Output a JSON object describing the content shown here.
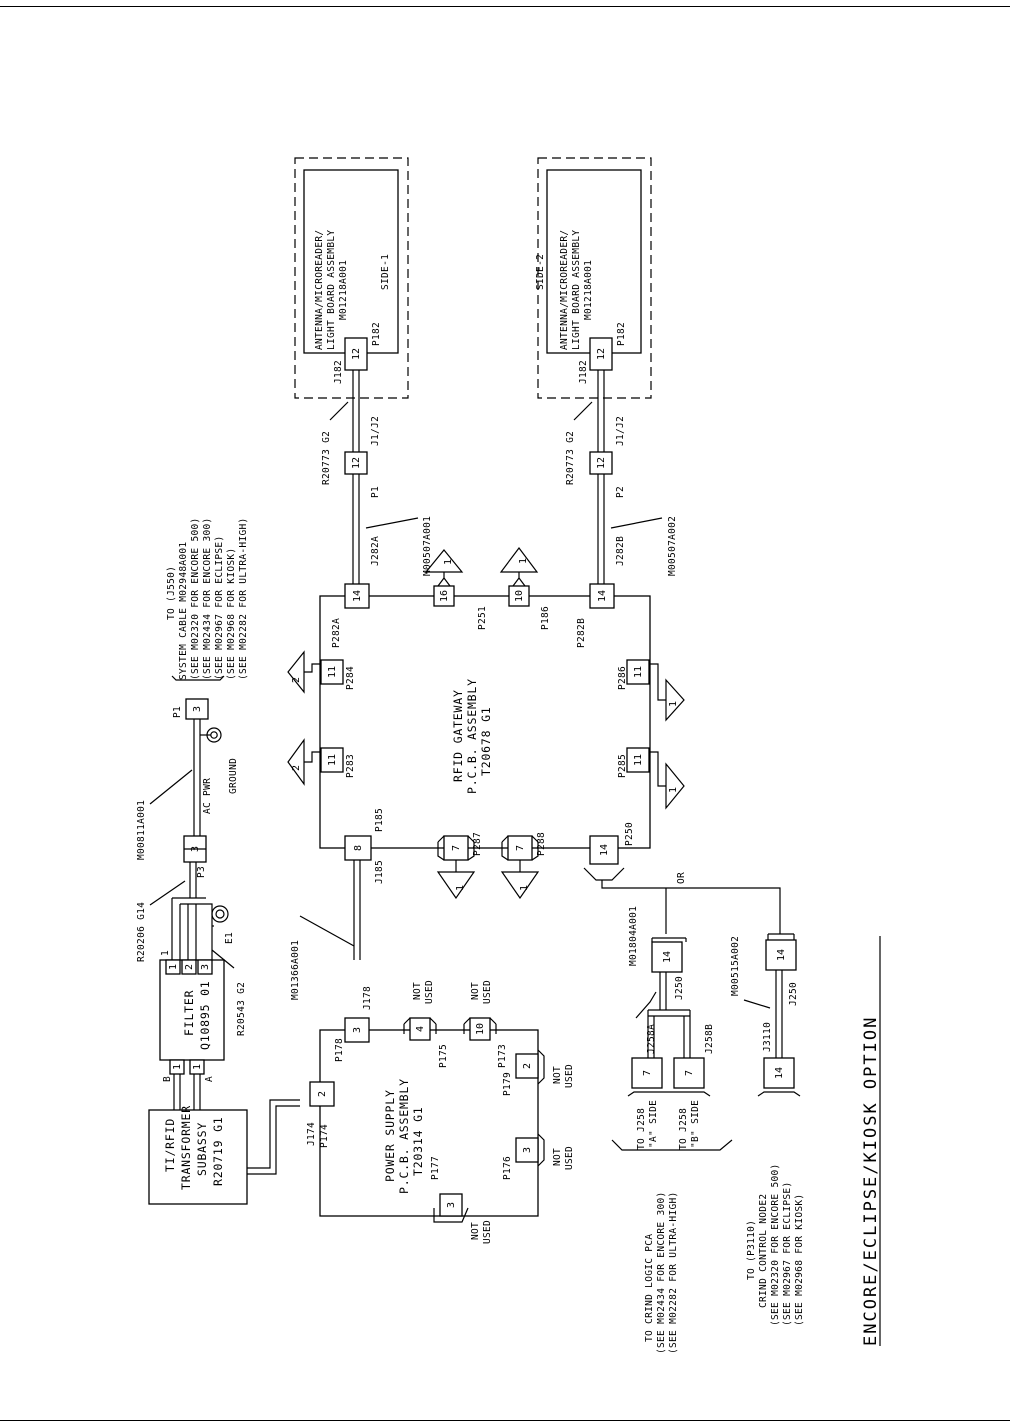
{
  "title": "ENCORE/ECLIPSE/KIOSK OPTION",
  "side1": {
    "lines": [
      "ANTENNA/MICROREADER/",
      "LIGHT BOARD ASSEMBLY",
      "M01218A001"
    ],
    "label": "SIDE-1",
    "conn": "J182",
    "conn2": "P182",
    "pins": "12"
  },
  "side2": {
    "lines": [
      "ANTENNA/MICROREADER/",
      "LIGHT BOARD ASSEMBLY",
      "M01218A001"
    ],
    "label": "SIDE-2",
    "conn": "J182",
    "conn2": "P182",
    "pins": "12"
  },
  "cable_top": {
    "r": "R20773 G2",
    "j": "J1/J2",
    "p": "P1",
    "pins": "12",
    "m": "M00507A001",
    "j282": "J282A"
  },
  "cable_bot": {
    "r": "R20773 G2",
    "j": "J1/J2",
    "p": "P2",
    "pins": "12",
    "m": "M00507A002",
    "j282": "J282B"
  },
  "system_cable": {
    "lines": [
      "TO (J550)",
      "SYSTEM CABLE M02948A001",
      "(SEE M02320 FOR ENCORE 500)",
      "(SEE M02434 FOR ENCORE 300)",
      "(SEE M02967 FOR ECLIPSE)",
      "(SEE M02968 FOR KIOSK)",
      "(SEE M02282 FOR ULTRA-HIGH)"
    ],
    "p1": "P1",
    "pin": "3"
  },
  "ac": {
    "m": "M00811A001",
    "label": "AC PWR",
    "ground": "GROUND",
    "pins": "3",
    "p3": "P3",
    "r": "R20206 G14",
    "e1": "E1",
    "r2": "R20543 G2"
  },
  "filter": {
    "lines": [
      "FILTER",
      "Q10895 01"
    ],
    "pins": [
      "1",
      "2",
      "3"
    ],
    "b": "B",
    "a": "A",
    "pin1": "1",
    "pin1b": "1",
    "top": "1"
  },
  "transformer": {
    "lines": [
      "TI/RFID",
      "TRANSFORMER",
      "SUBASSY",
      "R20719 G1"
    ]
  },
  "gateway": {
    "lines": [
      "RFID GATEWAY",
      "P.C.B. ASSEMBLY",
      "T20678 G1"
    ],
    "p282a": "P282A",
    "p282b": "P282B",
    "p251": "P251",
    "p186": "P186",
    "p284": "P284",
    "p283": "P283",
    "p286": "P286",
    "p285": "P285",
    "p185": "P185",
    "j185": "J185",
    "p287": "P287",
    "p288": "P288",
    "p250": "P250",
    "pins": {
      "p282a": "14",
      "p282b": "14",
      "p251": "16",
      "p186": "10",
      "p284": "11",
      "p283": "11",
      "p286": "11",
      "p285": "11",
      "p185": "8",
      "p287": "7",
      "p288": "7",
      "p250": "14"
    },
    "ground_marks": {
      "g251": "1",
      "g186": "1",
      "g284": "2",
      "g283": "2",
      "g286": "1",
      "g285": "1",
      "g287": "1",
      "g288": "1"
    }
  },
  "power": {
    "lines": [
      "POWER SUPPLY",
      "P.C.B. ASSEMBLY",
      "T20314 G1"
    ],
    "cable": "M01366A001",
    "j178": "J178",
    "p178": "P178",
    "p175": "P175",
    "p173": "P173",
    "p179": "P179",
    "p174": "P174",
    "j174": "J174",
    "p177": "P177",
    "p176": "P176",
    "pins": {
      "p178": "3",
      "p175": "4",
      "p173": "10",
      "p179": "2",
      "p174": "2",
      "p177": "3",
      "p176": "3"
    },
    "not_used": [
      "NOT",
      "USED"
    ]
  },
  "crind_logic": {
    "cable": "M01804A001",
    "or": "OR",
    "j250": "J250",
    "pin250": "14",
    "j258a": "J258A",
    "j258b": "J258B",
    "pin258": "7",
    "side_a": [
      "TO J258",
      "\"A\" SIDE"
    ],
    "side_b": [
      "TO J258",
      "\"B\" SIDE"
    ],
    "lines": [
      "TO CRIND LOGIC PCA",
      "(SEE M02434 FOR ENCORE 300)",
      "(SEE M02282 FOR ULTRA-HIGH)"
    ]
  },
  "crind_node": {
    "cable": "M00515A002",
    "j3110": "J3110",
    "j250": "J250",
    "pins": "14",
    "lines": [
      "TO (P3110)",
      "CRIND CONTROL NODE2",
      "(SEE M02320 FOR ENCORE 500)",
      "(SEE M02967 FOR ECLIPSE)",
      "(SEE M02968 FOR KIOSK)"
    ]
  }
}
